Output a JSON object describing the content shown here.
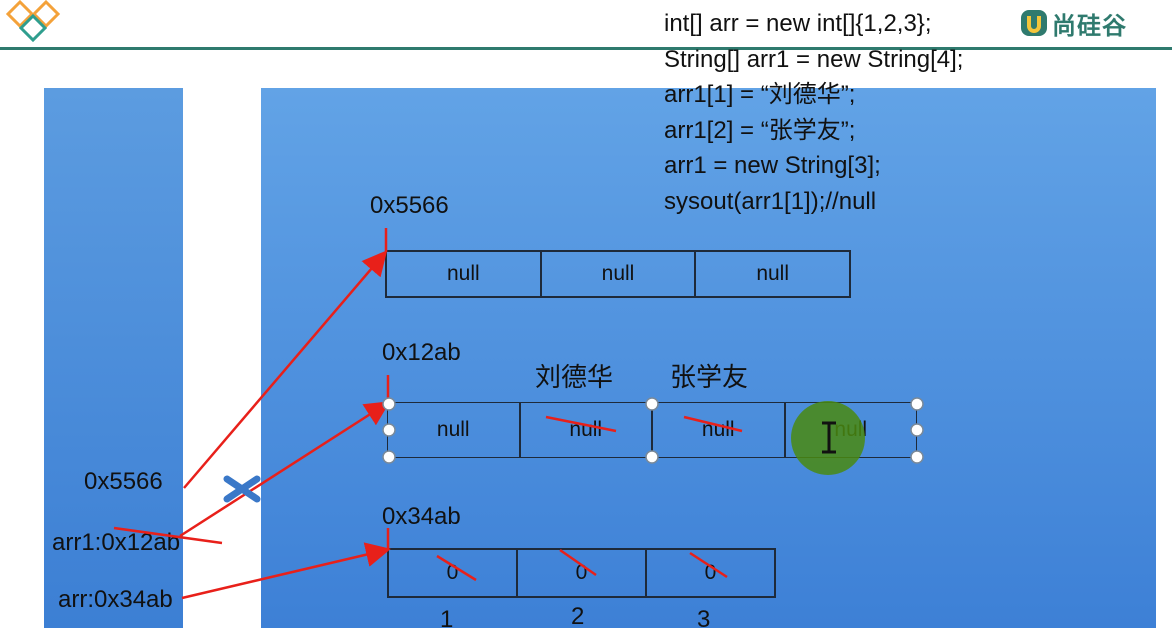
{
  "brand": {
    "name": "尚硅谷",
    "accent": "#2f7a6e"
  },
  "code": {
    "lines": [
      "int[] arr = new int[]{1,2,3};",
      "String[] arr1 = new String[4];",
      "arr1[1] = “刘德华”;",
      "arr1[2] = “张学友”;",
      "arr1 = new String[3];",
      "sysout(arr1[1]);//null"
    ]
  },
  "stack": {
    "entries": [
      {
        "label": "0x5566"
      },
      {
        "label": "arr1:0x12ab"
      },
      {
        "label": "arr:0x34ab"
      }
    ]
  },
  "heap": {
    "arrays": [
      {
        "address": "0x5566",
        "cells": [
          "null",
          "null",
          "null"
        ]
      },
      {
        "address": "0x12ab",
        "cells": [
          "null",
          "null",
          "null",
          "null"
        ],
        "names": [
          "刘德华",
          "张学友"
        ]
      },
      {
        "address": "0x34ab",
        "cells": [
          "0",
          "0",
          "0"
        ],
        "indices": [
          "1",
          "2",
          "3"
        ]
      }
    ]
  },
  "colors": {
    "arrow": "#e8201a",
    "panel": "#4a8ddc",
    "cross": "#3a78c8",
    "cursor_highlight": "#4a8a10"
  }
}
